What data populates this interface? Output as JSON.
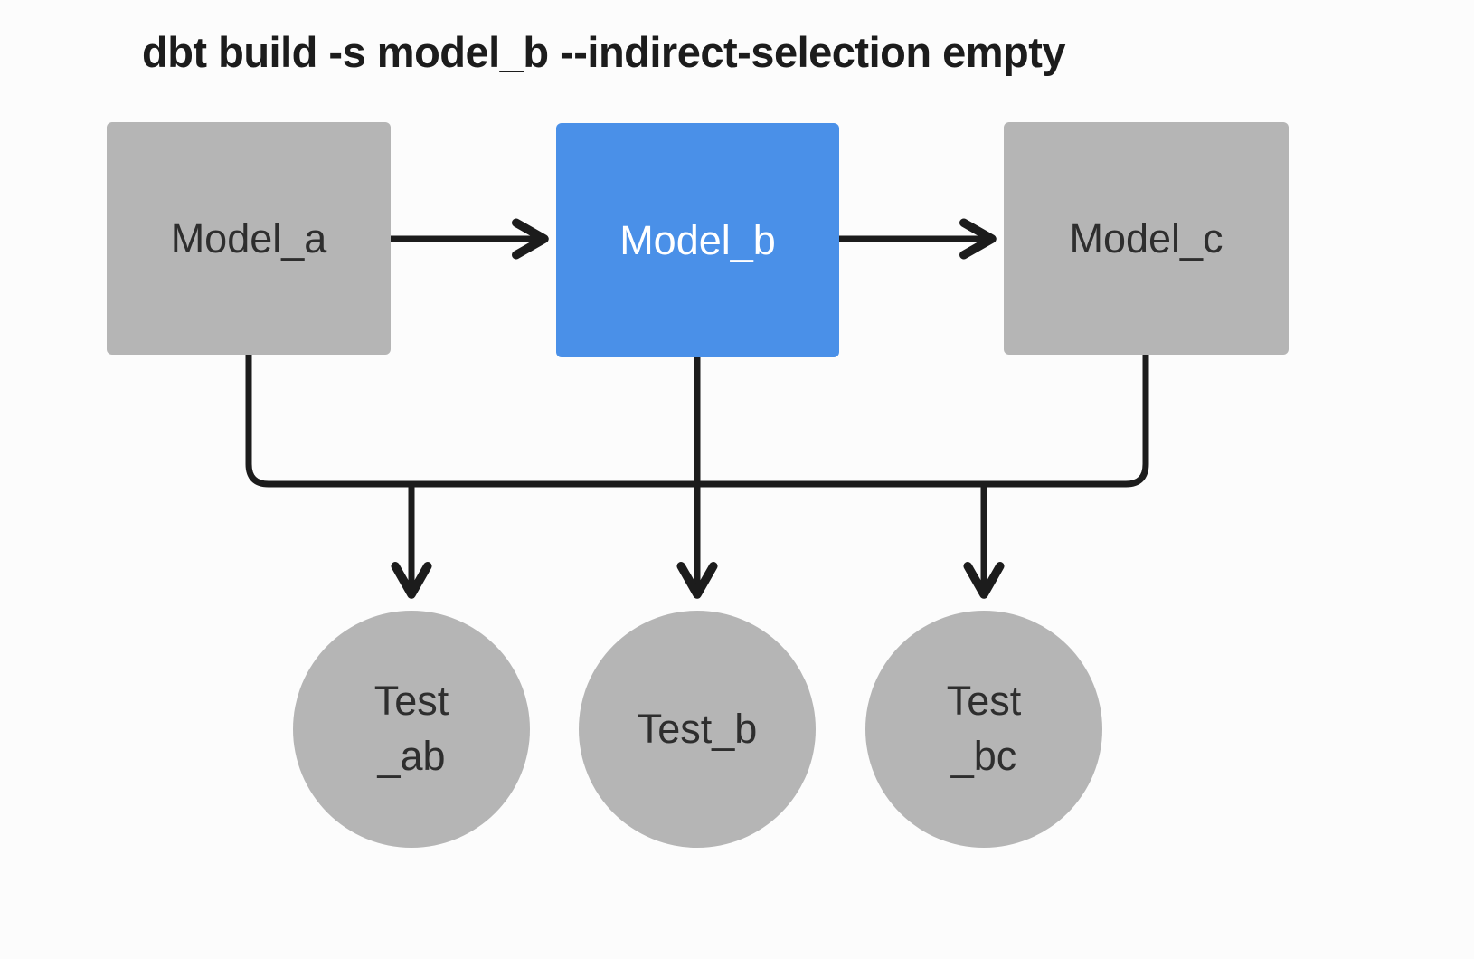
{
  "title": "dbt build -s model_b --indirect-selection empty",
  "colors": {
    "background": "#fcfcfc",
    "node_gray": "#b5b5b5",
    "node_selected": "#4a90e8",
    "edge": "#1c1c1c",
    "text_dark": "#2e2e2e",
    "text_light": "#ffffff",
    "title_text": "#1c1c1c"
  },
  "nodes": {
    "model_a": {
      "label": "Model_a",
      "type": "model",
      "selected": false
    },
    "model_b": {
      "label": "Model_b",
      "type": "model",
      "selected": true
    },
    "model_c": {
      "label": "Model_c",
      "type": "model",
      "selected": false
    },
    "test_ab": {
      "label_line1": "Test",
      "label_line2": "_ab",
      "type": "test"
    },
    "test_b": {
      "label": "Test_b",
      "type": "test"
    },
    "test_bc": {
      "label_line1": "Test",
      "label_line2": "_bc",
      "type": "test"
    }
  },
  "edges": [
    {
      "from": "model_a",
      "to": "model_b"
    },
    {
      "from": "model_b",
      "to": "model_c"
    },
    {
      "from": "model_a",
      "to": "test_ab"
    },
    {
      "from": "model_b",
      "to": "test_ab"
    },
    {
      "from": "model_b",
      "to": "test_b"
    },
    {
      "from": "model_b",
      "to": "test_bc"
    },
    {
      "from": "model_c",
      "to": "test_bc"
    }
  ]
}
